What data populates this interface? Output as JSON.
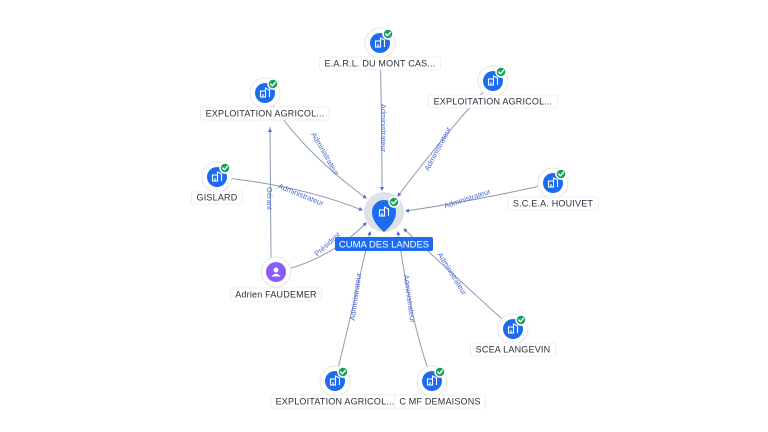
{
  "center": {
    "name": "CUMA DES LANDES",
    "icon": "building-icon",
    "verified": true,
    "color": "#1d6cf0"
  },
  "nodes": [
    {
      "id": "earl",
      "label": "E.A.R.L. DU MONT CAS...",
      "icon": "building-icon",
      "verified": true,
      "relation": "Administrateur"
    },
    {
      "id": "expl1",
      "label": "EXPLOITATION AGRICOL...",
      "icon": "building-icon",
      "verified": true,
      "relation": "Administrateur"
    },
    {
      "id": "expl2",
      "label": "EXPLOITATION AGRICOL...",
      "icon": "building-icon",
      "verified": true,
      "relation": "Administrateur"
    },
    {
      "id": "gislard",
      "label": "GISLARD",
      "icon": "building-icon",
      "verified": true,
      "relation": "Administrateur"
    },
    {
      "id": "houivet",
      "label": "S.C.E.A. HOUIVET",
      "icon": "building-icon",
      "verified": true,
      "relation": "Administrateur"
    },
    {
      "id": "adrien",
      "label": "Adrien FAUDEMER",
      "icon": "person-icon",
      "verified": false,
      "relation": "Président"
    },
    {
      "id": "langevin",
      "label": "SCEA LANGEVIN",
      "icon": "building-icon",
      "verified": true,
      "relation": "Administrateur"
    },
    {
      "id": "expl3",
      "label": "EXPLOITATION AGRICOL...",
      "icon": "building-icon",
      "verified": true,
      "relation": "Administrateur"
    },
    {
      "id": "demaisons",
      "label": "C MF DEMAISONS",
      "icon": "building-icon",
      "verified": true,
      "relation": "Administrateur"
    }
  ],
  "extra_edges": [
    {
      "from": "adrien",
      "to": "expl1",
      "relation": "Gérant"
    }
  ],
  "colors": {
    "company": "#1d6cf0",
    "person": "#8a5cf6",
    "verified": "#19a05a",
    "edge": "#8f9bb3",
    "edge_label": "#4a6bd6"
  }
}
